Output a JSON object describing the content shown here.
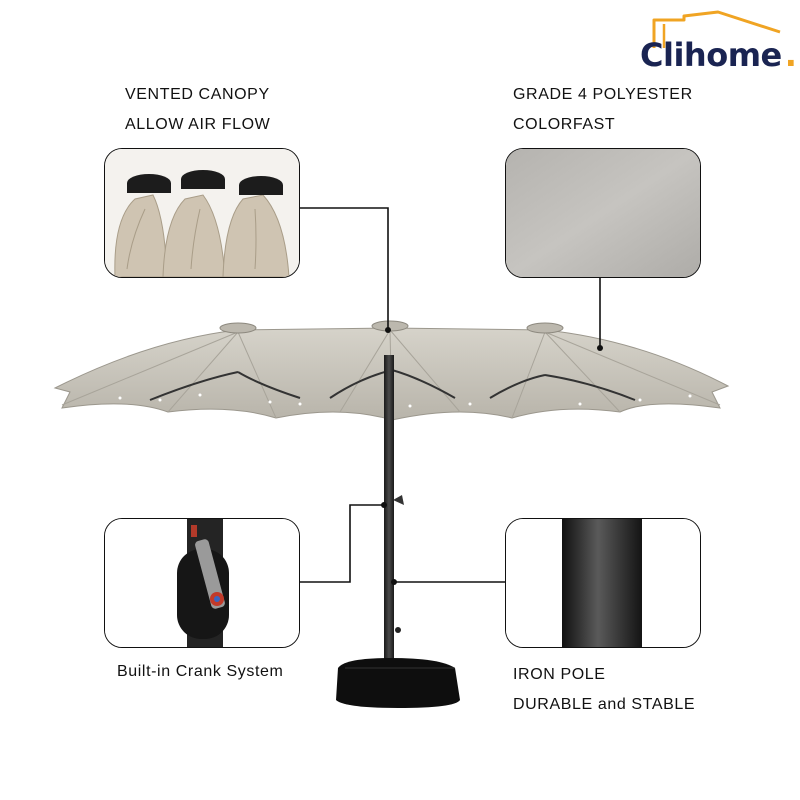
{
  "brand": {
    "name": "Clihome",
    "word_rest": "lihome",
    "dot": ".",
    "accent_color": "#f0a423",
    "text_color": "#1a2452"
  },
  "features": {
    "vented": {
      "line1": "VENTED CANOPY",
      "line2": "ALLOW AIR FLOW"
    },
    "polyester": {
      "line1": "GRADE 4 POLYESTER",
      "line2": "COLORFAST"
    },
    "crank": {
      "line1": "Built-in Crank System"
    },
    "pole": {
      "line1": "IRON POLE",
      "line2": "DURABLE and STABLE"
    }
  },
  "colors": {
    "canopy": "#c9c6bd",
    "canopy_shadow": "#a9a59b",
    "pole": "#2b2b2b",
    "base": "#0e0e0e",
    "callout_border": "#111111"
  }
}
